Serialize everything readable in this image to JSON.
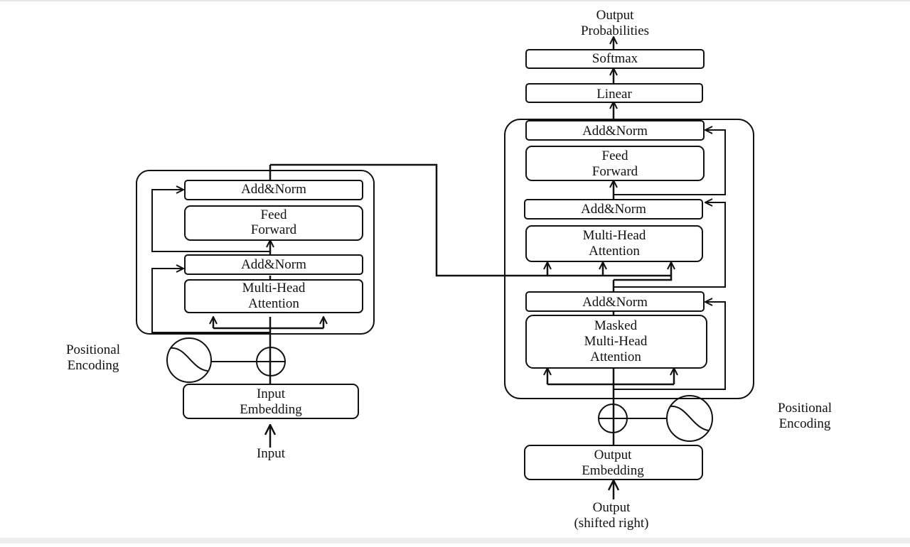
{
  "encoder": {
    "add_norm_top": "Add&Norm",
    "feed_forward": [
      "Feed",
      "Forward"
    ],
    "add_norm_bottom": "Add&Norm",
    "multi_head_attention": [
      "Multi-Head",
      "Attention"
    ],
    "positional_encoding": [
      "Positional",
      "Encoding"
    ],
    "input_embedding": [
      "Input",
      "Embedding"
    ],
    "input": "Input"
  },
  "decoder": {
    "output_probabilities": [
      "Output",
      "Probabilities"
    ],
    "softmax": "Softmax",
    "linear": "Linear",
    "add_norm_top": "Add&Norm",
    "feed_forward": [
      "Feed",
      "Forward"
    ],
    "add_norm_middle": "Add&Norm",
    "multi_head_attention": [
      "Multi-Head",
      "Attention"
    ],
    "add_norm_bottom": "Add&Norm",
    "masked_multi_head_attention": [
      "Masked",
      "Multi-Head",
      "Attention"
    ],
    "positional_encoding": [
      "Positional",
      "Encoding"
    ],
    "output_embedding": [
      "Output",
      "Embedding"
    ],
    "output": [
      "Output",
      "(shifted right)"
    ]
  }
}
